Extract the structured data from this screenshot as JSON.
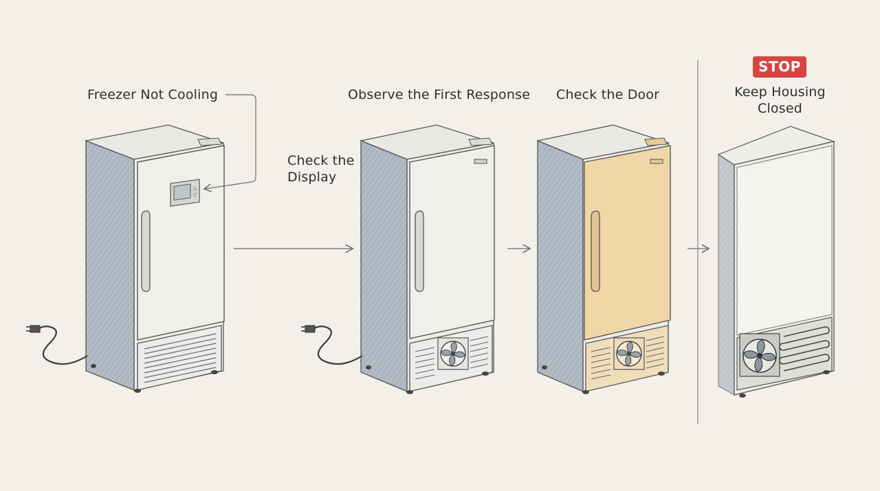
{
  "steps": [
    {
      "label": "Freezer Not Cooling"
    },
    {
      "label": "Check the Display"
    },
    {
      "label": "Observe the First Response"
    },
    {
      "label": "Check the Door"
    },
    {
      "label": "Keep Housing Closed"
    }
  ],
  "stop_badge": "STOP",
  "colors": {
    "background": "#f2f0e8",
    "side_panel": "#a9b4bf",
    "door": "#eeeeea",
    "door_highlight": "#f1d6a8",
    "stop": "#d64541",
    "ink": "#4a4a4a"
  }
}
